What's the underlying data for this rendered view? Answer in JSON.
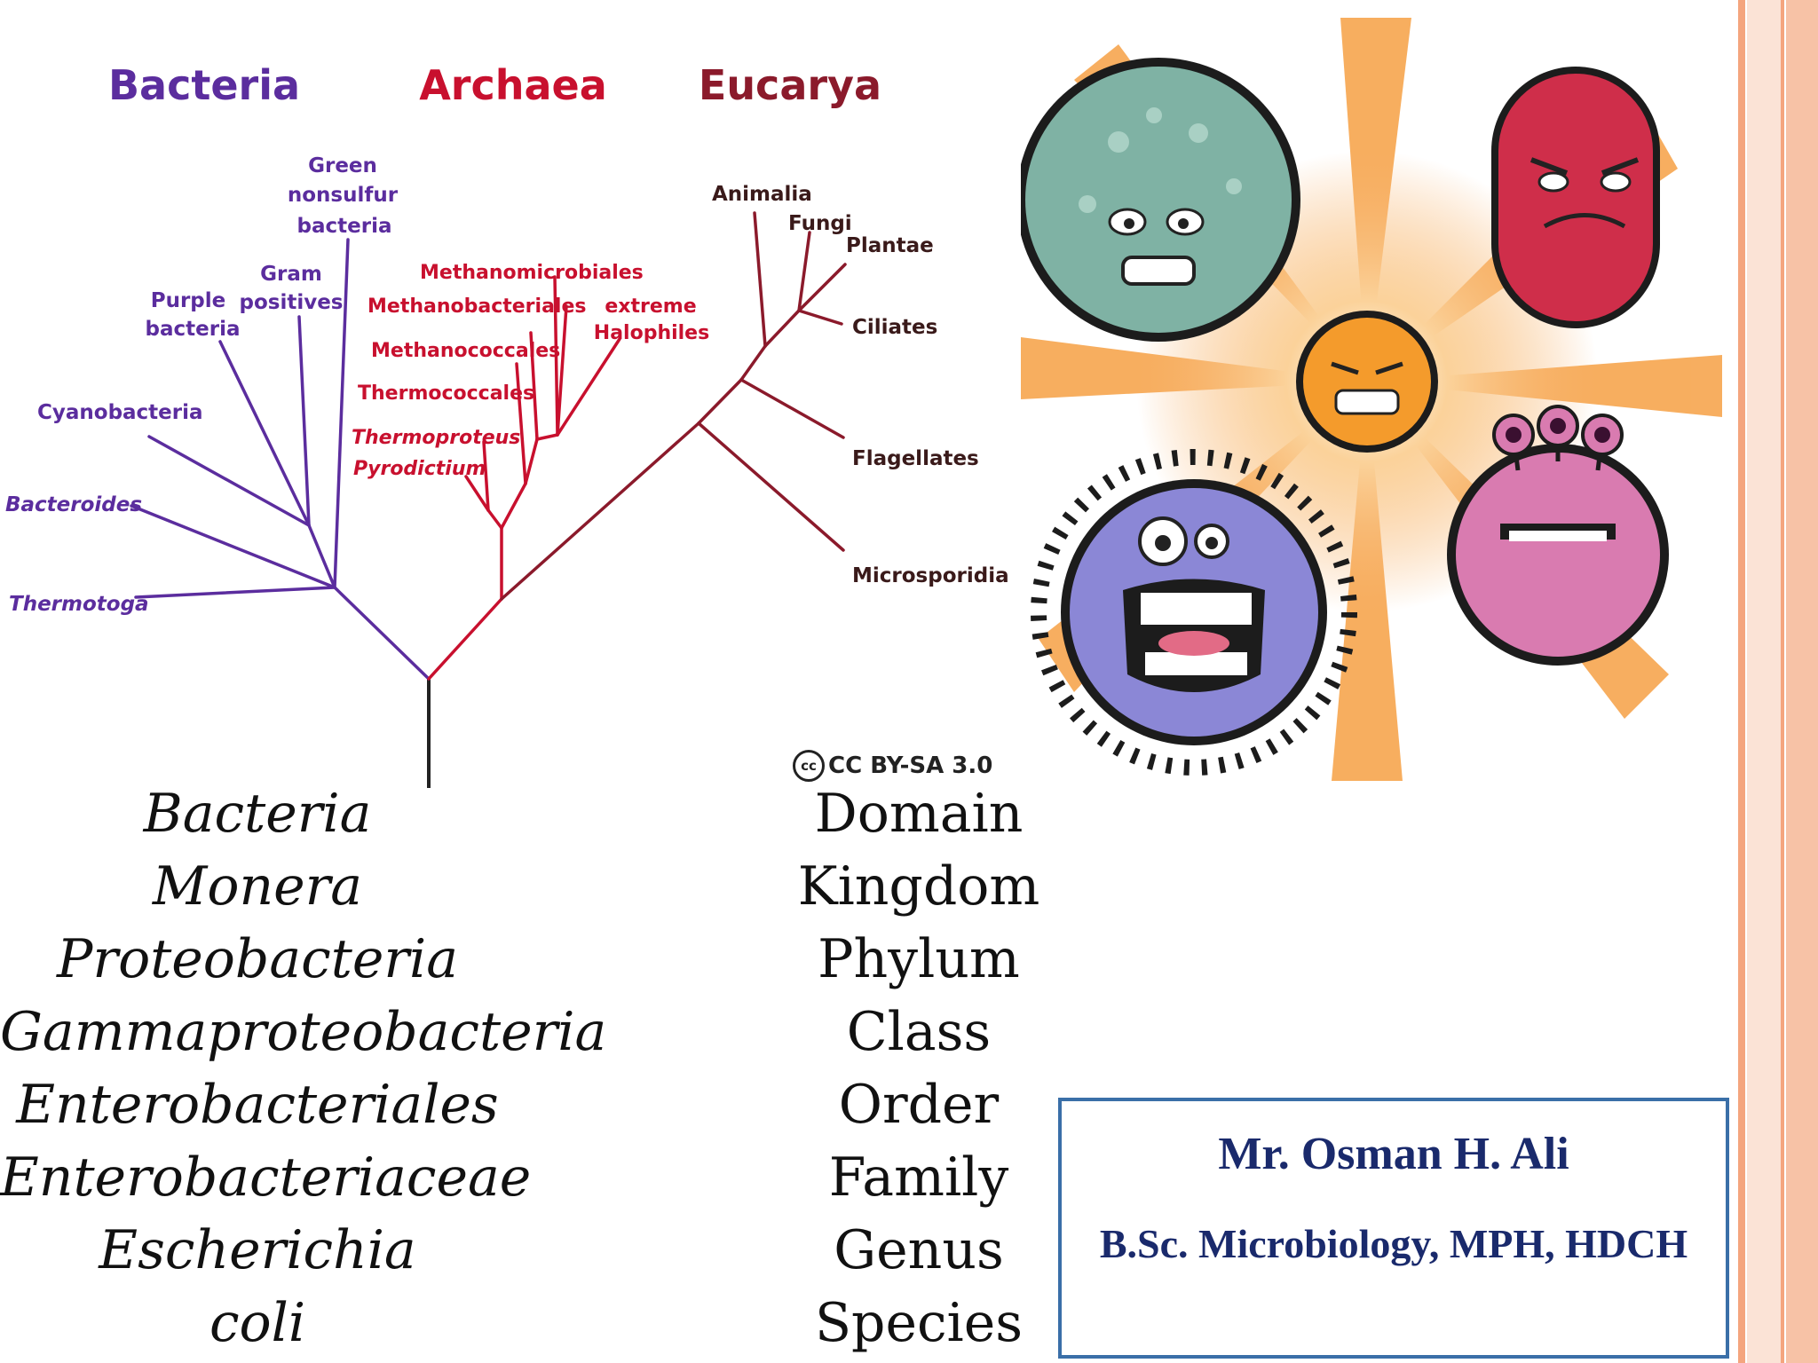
{
  "tree": {
    "domains": {
      "bacteria": "Bacteria",
      "archaea": "Archaea",
      "eucarya": "Eucarya"
    },
    "bacteria_branches": {
      "green_nonsulfur_1": "Green",
      "green_nonsulfur_2": "nonsulfur",
      "green_nonsulfur_3": "bacteria",
      "gram_positives_1": "Gram",
      "gram_positives_2": "positives",
      "purple_bacteria_1": "Purple",
      "purple_bacteria_2": "bacteria",
      "cyanobacteria": "Cyanobacteria",
      "bacteroides": "Bacteroides",
      "thermotoga": "Thermotoga"
    },
    "archaea_branches": {
      "methanomicrobiales": "Methanomicrobiales",
      "methanobacteriales": "Methanobacteriales",
      "extreme_halophiles_1": "extreme",
      "extreme_halophiles_2": "Halophiles",
      "methanococcales": "Methanococcales",
      "thermococcales": "Thermococcales",
      "thermoproteus": "Thermoproteus",
      "pyrodictium": "Pyrodictium"
    },
    "eucarya_branches": {
      "animalia": "Animalia",
      "fungi": "Fungi",
      "plantae": "Plantae",
      "ciliates": "Ciliates",
      "flagellates": "Flagellates",
      "microsporidia": "Microsporidia"
    },
    "license": "CC BY-SA 3.0",
    "cc_icon": "cc"
  },
  "classification": {
    "taxa": [
      "Bacteria",
      "Monera",
      "Proteobacteria",
      "Gammaproteobacteria",
      "Enterobacteriales",
      "Enterobacteriaceae",
      "Escherichia",
      "coli"
    ],
    "ranks": [
      "Domain",
      "Kingdom",
      "Phylum",
      "Class",
      "Order",
      "Family",
      "Genus",
      "Species"
    ]
  },
  "author": {
    "name": "Mr. Osman H. Ali",
    "degrees": "B.Sc. Microbiology, MPH, HDCH"
  },
  "colors": {
    "bacteria": "#5b2d9e",
    "archaea": "#c8102e",
    "eucarya": "#8b1a2b",
    "author_text": "#1a2a6c",
    "author_border": "#3a6fa8",
    "stripe": "#f4a57e"
  }
}
